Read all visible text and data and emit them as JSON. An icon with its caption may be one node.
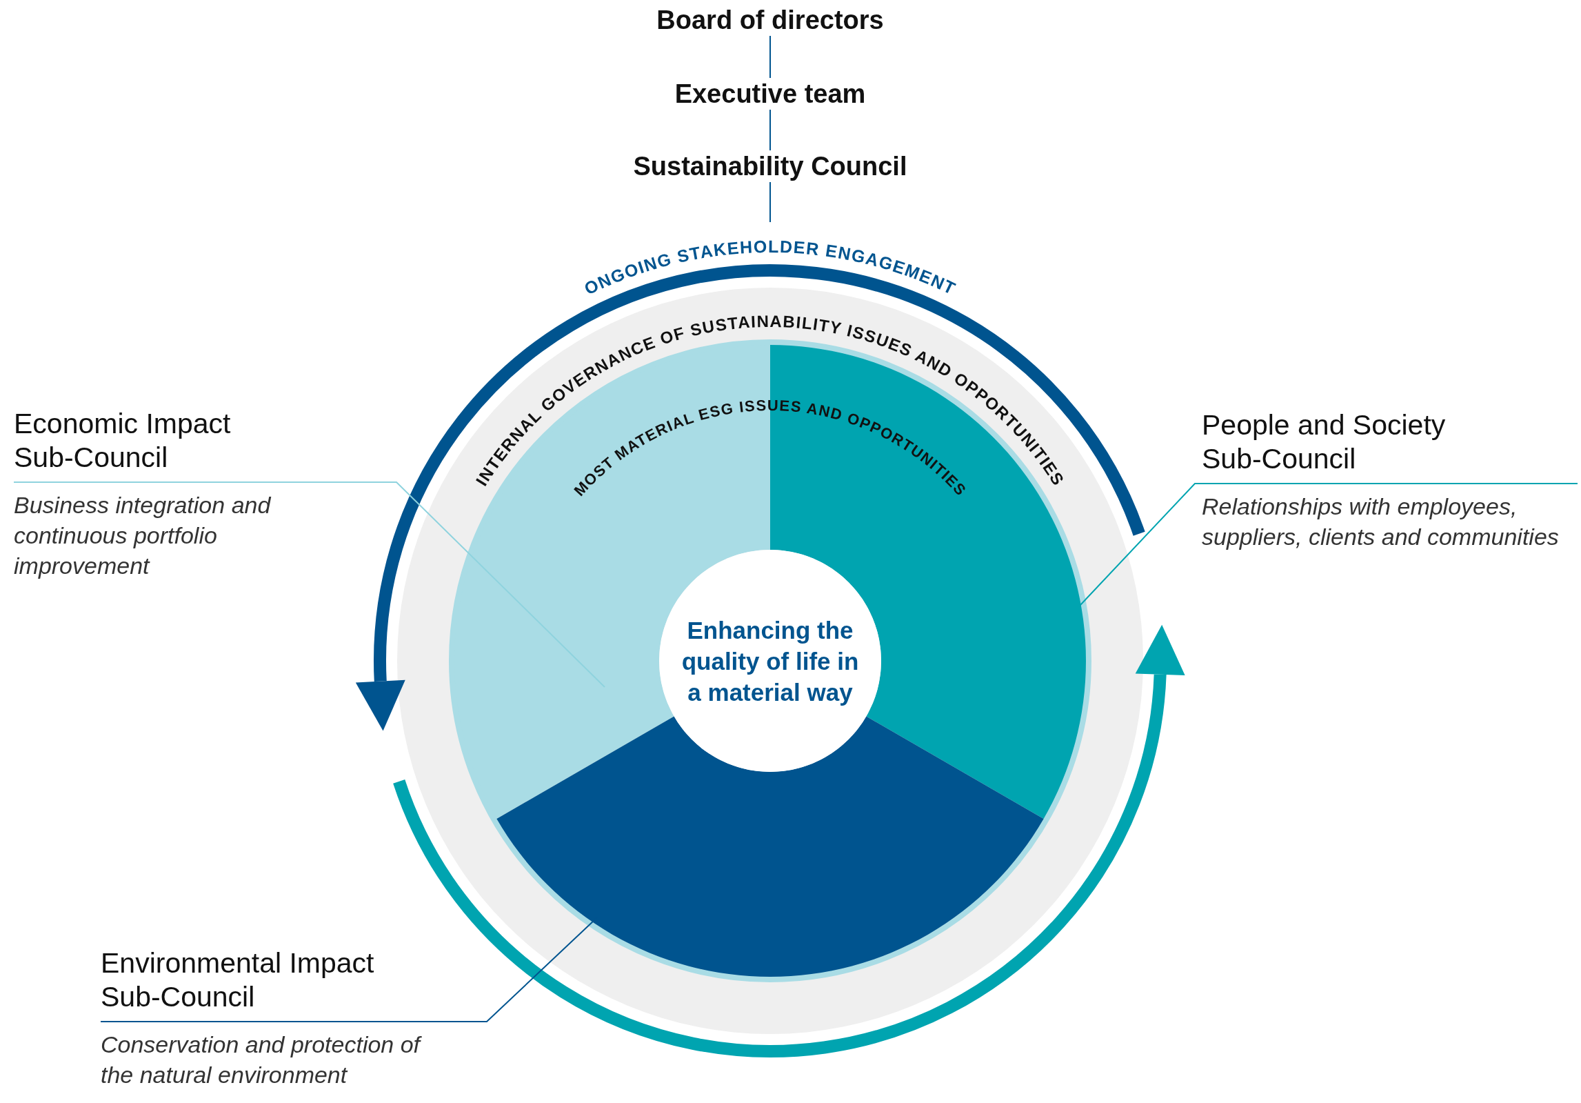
{
  "diagram": {
    "nodes": [
      {
        "text": [
          "Board of directors"
        ]
      },
      {
        "text": [
          "Executive team"
        ]
      },
      {
        "text": [
          "Sustainability Council"
        ]
      },
      {
        "text": [],
        "shape": "sector"
      },
      {
        "text": [],
        "shape": "sector"
      },
      {
        "text": [],
        "shape": "sector"
      },
      {
        "text": [
          "Enhancing the quality of life in a material way"
        ]
      },
      {
        "text": [
          "Economic Impact Sub-Council",
          "Business integration and continuous portfolio improvement"
        ]
      },
      {
        "text": [
          "People and Society Sub-Council",
          "Relationships with employees, suppliers, clients and communities"
        ]
      },
      {
        "text": [
          "Environmental Impact Sub-Council",
          "Conservation and protection of the natural environment"
        ]
      }
    ],
    "edges": [
      {
        "from": 0,
        "to": 1,
        "arrow": "none"
      },
      {
        "from": 1,
        "to": 2,
        "arrow": "none"
      },
      {
        "from": 2,
        "to": null,
        "arrow": "none"
      },
      {
        "from": 7,
        "to": 3,
        "arrow": "none",
        "color": "#8fd3de"
      },
      {
        "from": 8,
        "to": 4,
        "arrow": "none",
        "color": "#00a4b0"
      },
      {
        "from": 9,
        "to": 5,
        "arrow": "none"
      }
    ],
    "labels": [
      "ONGOING STAKEHOLDER ENGAGEMENT",
      "INTERNAL GOVERNANCE OF SUSTAINABILITY ISSUES AND OPPORTUNITIES",
      "MOST MATERIAL ESG ISSUES AND OPPORTUNITIES"
    ]
  }
}
